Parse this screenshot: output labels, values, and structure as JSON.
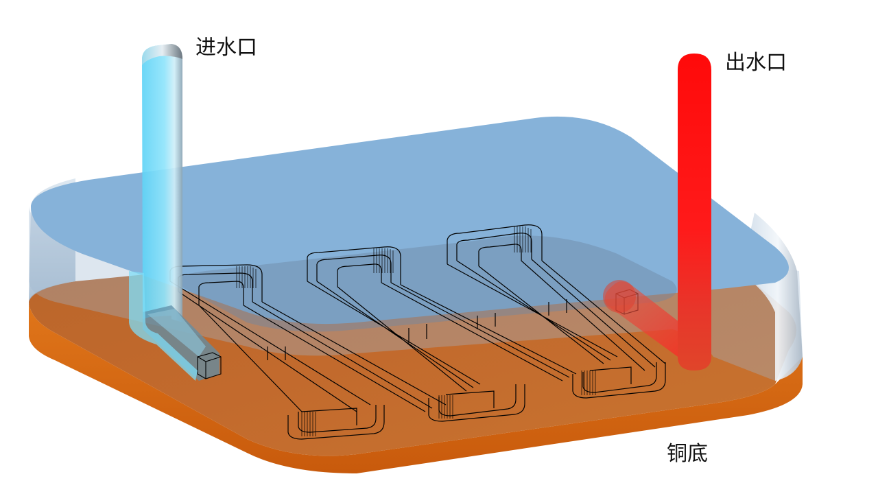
{
  "labels": {
    "inlet": "进水口",
    "outlet": "出水口",
    "base": "铜底"
  },
  "colors": {
    "cover_top": "#87b2d8",
    "cover_side": "#a9c4dc",
    "copper": "#c8651c",
    "copper_edge": "#d86b10",
    "inlet_pipe": "#6fd6f5",
    "outlet_pipe": "#ff1010",
    "channel_line": "#000000"
  }
}
